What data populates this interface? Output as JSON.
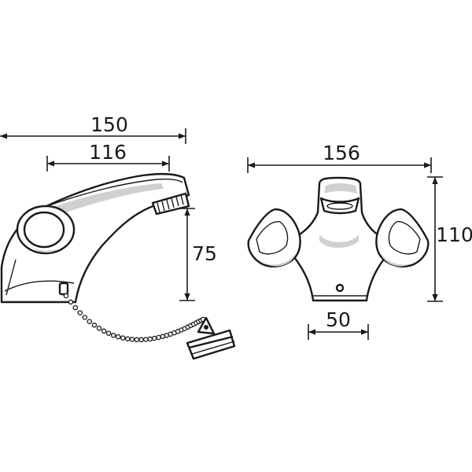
{
  "dimensions": {
    "side_overall_width": "150",
    "side_spout_reach": "116",
    "side_spout_height": "75",
    "front_overall_width": "156",
    "front_overall_height": "110",
    "front_base_width": "50"
  }
}
